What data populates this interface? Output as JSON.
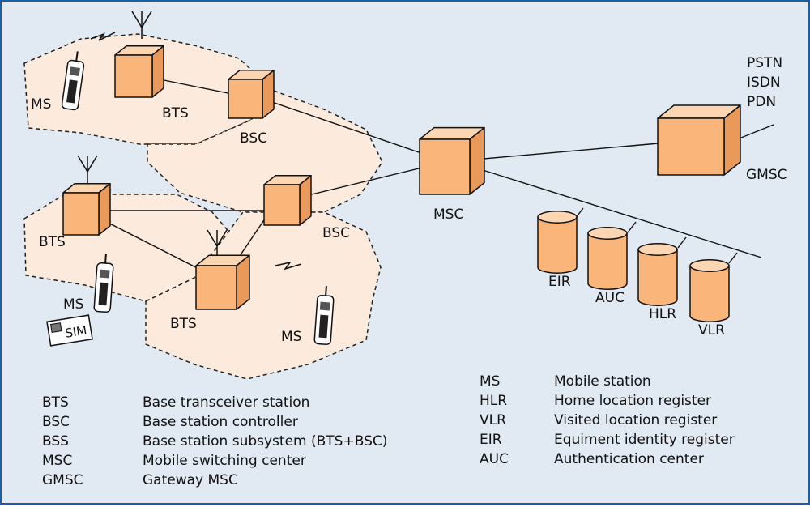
{
  "colors": {
    "background": "#e1eaf3",
    "frame": "#1a5fa0",
    "cell_fill": "#fcebdd",
    "box_front": "#f9b57a",
    "box_top": "#fcd6b2",
    "box_side": "#e99a5a",
    "line": "#111111"
  },
  "labels": {
    "ms_top": "MS",
    "bts_top": "BTS",
    "bsc_top": "BSC",
    "bts_left": "BTS",
    "bsc_mid": "BSC",
    "ms_left": "MS",
    "bts_bottom": "BTS",
    "ms_bottom": "MS",
    "msc": "MSC",
    "gmsc": "GMSC",
    "eir": "EIR",
    "auc": "AUC",
    "hlr": "HLR",
    "vlr": "VLR",
    "sim": "SIM",
    "networks": [
      "PSTN",
      "ISDN",
      "PDN"
    ]
  },
  "legend_left": [
    {
      "abbr": "BTS",
      "desc": "Base transceiver station"
    },
    {
      "abbr": "BSC",
      "desc": "Base station controller"
    },
    {
      "abbr": "BSS",
      "desc": "Base station subsystem (BTS+BSC)"
    },
    {
      "abbr": "MSC",
      "desc": "Mobile switching center"
    },
    {
      "abbr": "GMSC",
      "desc": "Gateway MSC"
    }
  ],
  "legend_right": [
    {
      "abbr": "MS",
      "desc": "Mobile station"
    },
    {
      "abbr": "HLR",
      "desc": "Home location register"
    },
    {
      "abbr": "VLR",
      "desc": "Visited location register"
    },
    {
      "abbr": "EIR",
      "desc": "Equiment identity register"
    },
    {
      "abbr": "AUC",
      "desc": "Authentication center"
    }
  ]
}
